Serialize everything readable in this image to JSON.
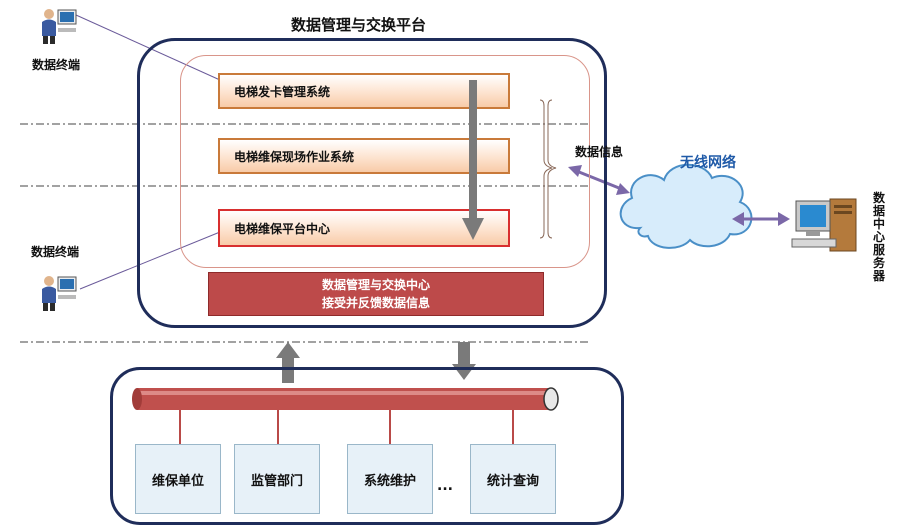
{
  "platform": {
    "title": "数据管理与交换平台",
    "systems": [
      "电梯发卡管理系统",
      "电梯维保现场作业系统",
      "电梯维保平台中心"
    ],
    "center": {
      "line1": "数据管理与交换中心",
      "line2": "接受并反馈数据信息"
    }
  },
  "terminals": {
    "top_label": "数据终端",
    "bottom_label": "数据终端"
  },
  "data_info_label": "数据信息",
  "network": {
    "label": "无线网络"
  },
  "server": {
    "label": "数据中心服务器"
  },
  "units": [
    "维保单位",
    "监管部门",
    "系统维护",
    "统计查询"
  ],
  "units_ellipsis": "...",
  "colors": {
    "frame": "#1f2d5a",
    "center_bar": "#bd4a4a",
    "pipe": "#c0504d",
    "arrow": "#7a7a7a",
    "link": "#7b68a8"
  }
}
